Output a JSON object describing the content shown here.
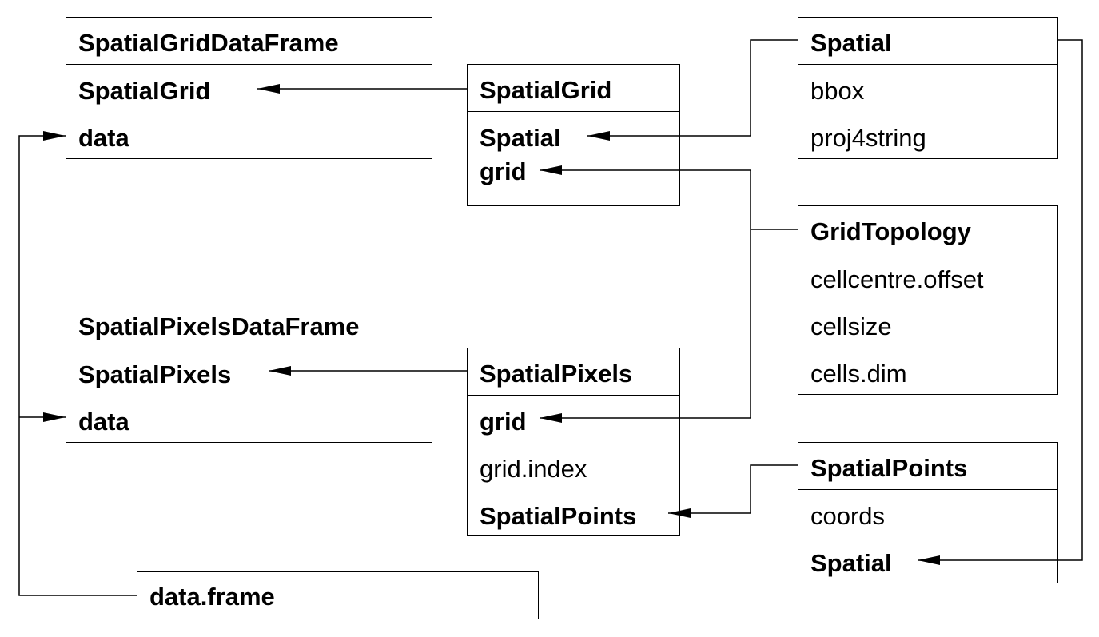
{
  "classes": {
    "sgdf": {
      "name": "SpatialGridDataFrame",
      "slots": [
        "SpatialGrid",
        "data"
      ]
    },
    "sg": {
      "name": "SpatialGrid",
      "slots": [
        "Spatial",
        "grid"
      ]
    },
    "sp": {
      "name": "Spatial",
      "slots": [
        "bbox",
        "proj4string"
      ]
    },
    "gt": {
      "name": "GridTopology",
      "slots": [
        "cellcentre.offset",
        "cellsize",
        "cells.dim"
      ]
    },
    "spdf": {
      "name": "SpatialPixelsDataFrame",
      "slots": [
        "SpatialPixels",
        "data"
      ]
    },
    "spx": {
      "name": "SpatialPixels",
      "slots": [
        "grid",
        "grid.index",
        "SpatialPoints"
      ]
    },
    "spts": {
      "name": "SpatialPoints",
      "slots": [
        "coords",
        "Spatial"
      ]
    },
    "df": {
      "name": "data.frame",
      "slots": []
    }
  }
}
